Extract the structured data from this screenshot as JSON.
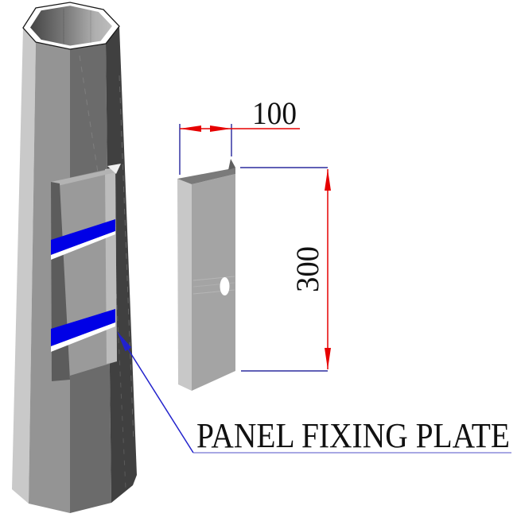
{
  "drawing": {
    "callout": {
      "label": "PANEL FIXING PLATE"
    },
    "detail_view": {
      "width_dim": "100",
      "height_dim": "300"
    },
    "colors": {
      "background": "#ffffff",
      "dimension_red": "#e60000",
      "extension_navy": "#00008b",
      "leader_blue": "#2222cc",
      "fixing_plate_blue": "#0000e6",
      "pole_light_gray": "#c9c9c9",
      "pole_medium_gray": "#949494",
      "pole_dark_gray": "#6b6b6b",
      "pole_darkest_gray": "#404040"
    }
  }
}
